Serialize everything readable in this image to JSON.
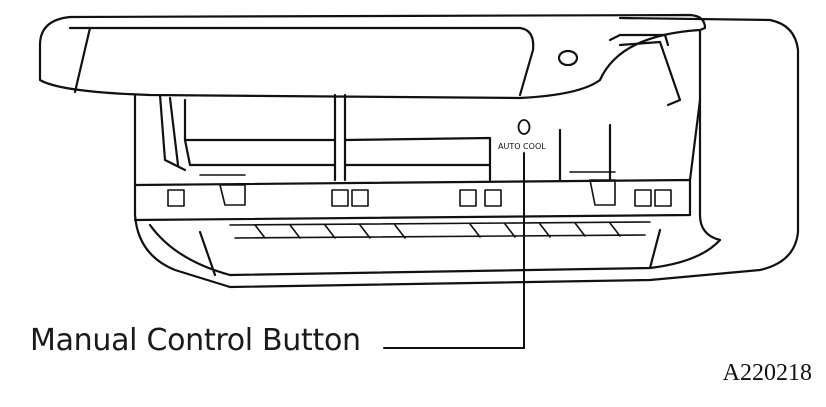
{
  "figure": {
    "callout": {
      "label": "Manual Control Button"
    },
    "button_text": "AUTO COOL",
    "figure_code": "A220218"
  },
  "colors": {
    "line": "#111111",
    "background": "#ffffff"
  },
  "icons": [
    "manual-control-button-icon",
    "air-conditioner-indoor-unit-icon"
  ]
}
